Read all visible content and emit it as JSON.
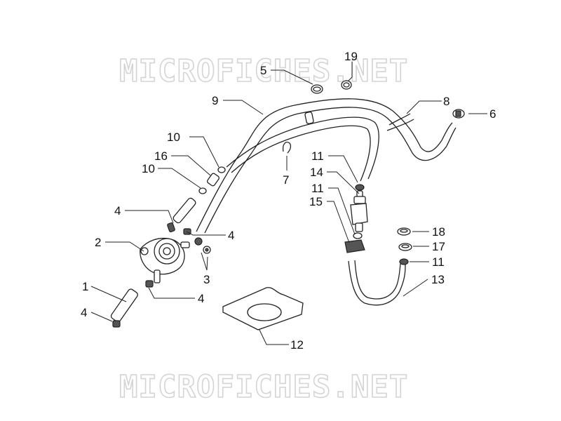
{
  "watermark": {
    "top": "MICROFICHES.NET",
    "bottom": "MICROFICHES.NET"
  },
  "callouts": [
    {
      "id": "c1",
      "number": "1"
    },
    {
      "id": "c2",
      "number": "2"
    },
    {
      "id": "c3",
      "number": "3"
    },
    {
      "id": "c4a",
      "number": "4"
    },
    {
      "id": "c4b",
      "number": "4"
    },
    {
      "id": "c4c",
      "number": "4"
    },
    {
      "id": "c4d",
      "number": "4"
    },
    {
      "id": "c5",
      "number": "5"
    },
    {
      "id": "c6",
      "number": "6"
    },
    {
      "id": "c7",
      "number": "7"
    },
    {
      "id": "c8",
      "number": "8"
    },
    {
      "id": "c9",
      "number": "9"
    },
    {
      "id": "c10a",
      "number": "10"
    },
    {
      "id": "c10b",
      "number": "10"
    },
    {
      "id": "c11a",
      "number": "11"
    },
    {
      "id": "c11b",
      "number": "11"
    },
    {
      "id": "c11c",
      "number": "11"
    },
    {
      "id": "c12",
      "number": "12"
    },
    {
      "id": "c13",
      "number": "13"
    },
    {
      "id": "c14",
      "number": "14"
    },
    {
      "id": "c15",
      "number": "15"
    },
    {
      "id": "c16",
      "number": "16"
    },
    {
      "id": "c17",
      "number": "17"
    },
    {
      "id": "c18",
      "number": "18"
    },
    {
      "id": "c19",
      "number": "19"
    }
  ]
}
